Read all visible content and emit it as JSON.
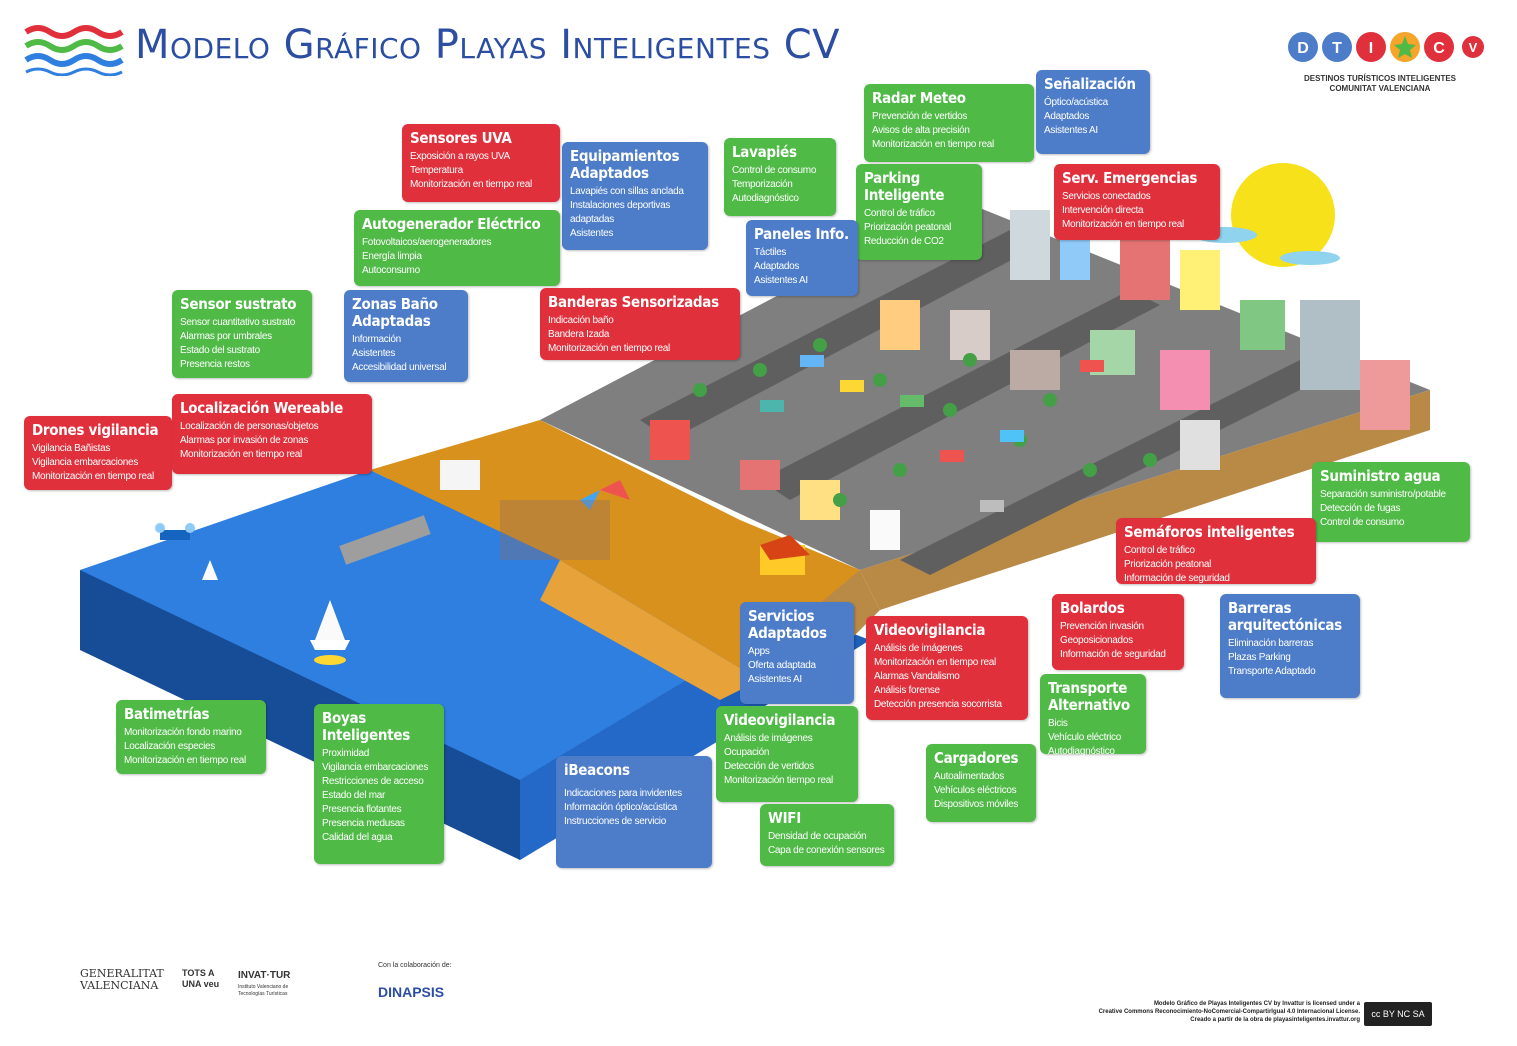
{
  "title": "Modelo Gráfico Playas Inteligentes CV",
  "brand": {
    "letters": [
      "D",
      "T",
      "I",
      "C",
      "V"
    ],
    "subtitle_line1": "DESTINOS TURÍSTICOS INTELIGENTES",
    "subtitle_line2": "COMUNITAT VALENCIANA"
  },
  "colors": {
    "red": "#e0303c",
    "green": "#4fba46",
    "blue": "#4d7cc9",
    "sea": "#2f7fe0",
    "sand": "#d9911e"
  },
  "cards": {
    "sensores_uva": {
      "title": "Sensores UVA",
      "items": [
        "Exposición a rayos UVA",
        "Temperatura",
        "Monitorización en tiempo real"
      ]
    },
    "equipamientos": {
      "title": "Equipamientos Adaptados",
      "items": [
        "Lavapiés con sillas anclada",
        "Instalaciones deportivas",
        "adaptadas",
        "Asistentes"
      ]
    },
    "lavapies": {
      "title": "Lavapiés",
      "items": [
        "Control de consumo",
        "Temporización",
        "Autodiagnóstico"
      ]
    },
    "radar_meteo": {
      "title": "Radar Meteo",
      "items": [
        "Prevención de vertidos",
        "Avisos de alta precisión",
        "Monitorización en tiempo real"
      ]
    },
    "senalizacion": {
      "title": "Señalización",
      "items": [
        "Óptico/acústica",
        "Adaptados",
        "Asistentes AI"
      ]
    },
    "serv_emergencias": {
      "title": "Serv. Emergencias",
      "items": [
        "Servicios conectados",
        "Intervención directa",
        "Monitorización en tiempo real"
      ]
    },
    "parking": {
      "title": "Parking Inteligente",
      "items": [
        "Control de tráfico",
        "Priorización peatonal",
        "Reducción de CO2"
      ]
    },
    "autogenerador": {
      "title": "Autogenerador Eléctrico",
      "items": [
        "Fotovoltaicos/aerogeneradores",
        "Energía limpia",
        "Autoconsumo"
      ]
    },
    "paneles_info": {
      "title": "Paneles Info.",
      "items": [
        "Táctiles",
        "Adaptados",
        "Asistentes AI"
      ]
    },
    "sensor_sustrato": {
      "title": "Sensor sustrato",
      "items": [
        "Sensor cuantitativo sustrato",
        "Alarmas por umbrales",
        "Estado del sustrato",
        "Presencia restos"
      ]
    },
    "zonas_bano": {
      "title": "Zonas Baño Adaptadas",
      "items": [
        "Información",
        "Asistentes",
        "Accesibilidad universal"
      ]
    },
    "banderas": {
      "title": "Banderas Sensorizadas",
      "items": [
        "Indicación baño",
        "Bandera Izada",
        "Monitorización en tiempo real"
      ]
    },
    "drones": {
      "title": "Drones vigilancia",
      "items": [
        "Vigilancia Bañistas",
        "Vigilancia embarcaciones",
        "Monitorización en tiempo real"
      ]
    },
    "localizacion": {
      "title": "Localización Wereable",
      "items": [
        "Localización de personas/objetos",
        "Alarmas por invasión de zonas",
        "Monitorización en tiempo real"
      ]
    },
    "suministro": {
      "title": "Suministro agua",
      "items": [
        "Separación suministro/potable",
        "Detección de fugas",
        "Control de consumo"
      ]
    },
    "semaforos": {
      "title": "Semáforos inteligentes",
      "items": [
        "Control de tráfico",
        "Priorización peatonal",
        "Información de seguridad"
      ]
    },
    "servicios": {
      "title": "Servicios Adaptados",
      "items": [
        "Apps",
        "Oferta adaptada",
        "Asistentes AI"
      ]
    },
    "videovigilancia_red": {
      "title": "Videovigilancia",
      "items": [
        "Análisis de imágenes",
        "Monitorización en tiempo real",
        "Alarmas Vandalismo",
        "Análisis forense",
        "Detección presencia socorrista"
      ]
    },
    "bolardos": {
      "title": "Bolardos",
      "items": [
        "Prevención invasión",
        "Geoposicionados",
        "Información de seguridad"
      ]
    },
    "barreras": {
      "title": "Barreras arquitectónicas",
      "items": [
        "Eliminación barreras",
        "Plazas Parking",
        "Transporte Adaptado"
      ]
    },
    "transporte": {
      "title": "Transporte Alternativo",
      "items": [
        "Bicis",
        "Vehículo eléctrico",
        "Autodiagnóstico"
      ]
    },
    "batimetrias": {
      "title": "Batimetrías",
      "items": [
        "Monitorización fondo marino",
        "Localización especies",
        "Monitorización en tiempo real"
      ]
    },
    "boyas": {
      "title": "Boyas Inteligentes",
      "items": [
        "Proximidad",
        "Vigilancia embarcaciones",
        "Restricciones de acceso",
        "Estado del mar",
        "Presencia flotantes",
        "Presencia medusas",
        "Calidad del agua"
      ]
    },
    "ibeacons": {
      "title": "iBeacons",
      "items": [
        "Indicaciones para invidentes",
        "Información óptico/acústica",
        "Instrucciones de servicio"
      ]
    },
    "videovigilancia_green": {
      "title": "Videovigilancia",
      "items": [
        "Análisis de imágenes",
        "Ocupación",
        "Detección de vertidos",
        "Monitorización tiempo real"
      ]
    },
    "wifi": {
      "title": "WIFI",
      "items": [
        "Densidad de ocupación",
        "Capa de conexión sensores"
      ]
    },
    "cargadores": {
      "title": "Cargadores",
      "items": [
        "Autoalimentados",
        "Vehículos eléctricos",
        "Dispositivos móviles"
      ]
    }
  },
  "footer": {
    "generalitat": "GENERALITAT VALENCIANA",
    "tots": "TOTS A UNA veu",
    "invat": "INVAT·TUR",
    "invat_sub": "Instituto Valenciano de Tecnologías Turísticas",
    "colab": "Con la colaboración de:",
    "dinapsis": "DINAPSIS",
    "license_1": "Modelo Gráfico de Playas Inteligentes CV by Invattur is licensed under a",
    "license_2": "Creative Commons Reconocimiento-NoComercial-CompartirIgual 4.0 Internacional License.",
    "license_3": "Creado a partir de la obra de playasinteligentes.invattur.org",
    "cc": "cc BY NC SA"
  }
}
